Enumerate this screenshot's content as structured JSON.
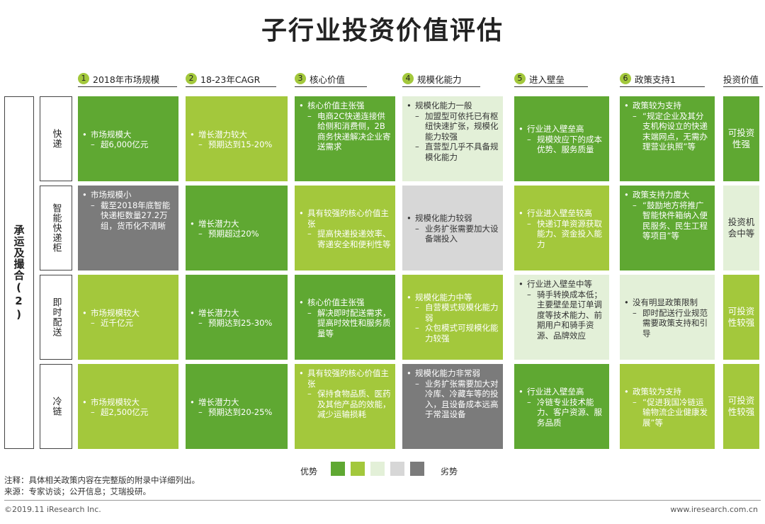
{
  "title": "子行业投资价值评估",
  "columns": [
    {
      "num": "1",
      "label": "2018年市场规模"
    },
    {
      "num": "2",
      "label": "18-23年CAGR"
    },
    {
      "num": "3",
      "label": "核心价值"
    },
    {
      "num": "4",
      "label": "规模化能力"
    },
    {
      "num": "5",
      "label": "进入壁垒"
    },
    {
      "num": "6",
      "label": "政策支持1"
    },
    {
      "num": "",
      "label": "投资价值"
    }
  ],
  "group_label": "承运及撮合(2)",
  "rows": [
    {
      "label": "快递",
      "cells": [
        {
          "level": 1,
          "items": [
            {
              "t": "市场规模大",
              "subs": [
                "超6,000亿元"
              ]
            }
          ]
        },
        {
          "level": 2,
          "items": [
            {
              "t": "增长潜力较大",
              "subs": [
                "预期达到15-20%"
              ]
            }
          ]
        },
        {
          "level": 1,
          "items": [
            {
              "t": "核心价值主张强",
              "subs": [
                "电商2C快递连接供给侧和消费侧，2B商务快递解决企业寄送需求"
              ]
            }
          ]
        },
        {
          "level": 3,
          "items": [
            {
              "t": "规模化能力一般",
              "subs": [
                "加盟型可依托已有枢纽快速扩张，规模化能力较强",
                "直营型几乎不具备规模化能力"
              ]
            }
          ]
        },
        {
          "level": 1,
          "items": [
            {
              "t": "行业进入壁垒高",
              "subs": [
                "规模效应下的成本优势、服务质量"
              ]
            }
          ]
        },
        {
          "level": 1,
          "items": [
            {
              "t": "政策较为支持",
              "subs": [
                "“规定企业及其分支机构设立的快递末端网点，无需办理营业执照”等"
              ]
            }
          ]
        }
      ],
      "value": "可投资性强"
    },
    {
      "label": "智能快递柜",
      "cells": [
        {
          "level": 5,
          "items": [
            {
              "t": "市场规模小",
              "subs": [
                "截至2018年底智能快递柜数量27.2万组，货币化不清晰"
              ]
            }
          ]
        },
        {
          "level": 1,
          "items": [
            {
              "t": "增长潜力大",
              "subs": [
                "预期超过20%"
              ]
            }
          ]
        },
        {
          "level": 2,
          "items": [
            {
              "t": "具有较强的核心价值主张",
              "subs": [
                "提高快递投递效率、寄递安全和便利性等"
              ]
            }
          ]
        },
        {
          "level": 4,
          "items": [
            {
              "t": "规模化能力较弱",
              "subs": [
                "业务扩张需要加大设备端投入"
              ]
            }
          ]
        },
        {
          "level": 2,
          "items": [
            {
              "t": "行业进入壁垒较高",
              "subs": [
                "快递订单资源获取能力、资金投入能力"
              ]
            }
          ]
        },
        {
          "level": 1,
          "items": [
            {
              "t": "政策支持力度大",
              "subs": [
                "“鼓励地方将推广智能快件箱纳入便民服务、民生工程等项目”等"
              ]
            }
          ]
        }
      ],
      "value": "投资机会中等"
    },
    {
      "label": "即时配送",
      "cells": [
        {
          "level": 2,
          "items": [
            {
              "t": "市场规模较大",
              "subs": [
                "近千亿元"
              ]
            }
          ]
        },
        {
          "level": 1,
          "items": [
            {
              "t": "增长潜力大",
              "subs": [
                "预期达到25-30%"
              ]
            }
          ]
        },
        {
          "level": 1,
          "items": [
            {
              "t": "核心价值主张强",
              "subs": [
                "解决即时配送需求，提高时效性和服务质量等"
              ]
            }
          ]
        },
        {
          "level": 2,
          "items": [
            {
              "t": "规模化能力中等",
              "subs": [
                "自营模式规模化能力弱",
                "众包模式可规模化能力较强"
              ]
            }
          ]
        },
        {
          "level": 3,
          "items": [
            {
              "t": "行业进入壁垒中等",
              "subs": [
                "骑手转换成本低；主要壁垒是订单调度等技术能力、前期用户和骑手资源、品牌效应"
              ]
            }
          ]
        },
        {
          "level": 3,
          "items": [
            {
              "t": "没有明显政策限制",
              "subs": [
                "即时配送行业规范需要政策支持和引导"
              ]
            }
          ]
        }
      ],
      "value": "可投资性较强"
    },
    {
      "label": "冷链",
      "cells": [
        {
          "level": 2,
          "items": [
            {
              "t": "市场规模较大",
              "subs": [
                "超2,500亿元"
              ]
            }
          ]
        },
        {
          "level": 1,
          "items": [
            {
              "t": "增长潜力大",
              "subs": [
                "预期达到20-25%"
              ]
            }
          ]
        },
        {
          "level": 2,
          "items": [
            {
              "t": "具有较强的核心价值主张",
              "subs": [
                "保持食物品质、医药及其他产品的效能，减少运输损耗"
              ]
            }
          ]
        },
        {
          "level": 5,
          "items": [
            {
              "t": "规模化能力非常弱",
              "subs": [
                "业务扩张需要加大对冷库、冷藏车等的投入，且设备成本远高于常温设备"
              ]
            }
          ]
        },
        {
          "level": 1,
          "items": [
            {
              "t": "行业进入壁垒高",
              "subs": [
                "冷链专业技术能力、客户资源、服务品质"
              ]
            }
          ]
        },
        {
          "level": 2,
          "items": [
            {
              "t": "政策较为支持",
              "subs": [
                "“促进我国冷链运输物流企业健康发展”等"
              ]
            }
          ]
        }
      ],
      "value": "可投资性较强"
    }
  ],
  "row_values_level": [
    1,
    3,
    2,
    2
  ],
  "legend": {
    "left": "优势",
    "right": "劣势"
  },
  "colors": {
    "l1": "#5fa832",
    "l2": "#a3c83c",
    "l3": "#e3f0d8",
    "l4": "#d7d7d7",
    "l5": "#7b7b7b"
  },
  "note": "注释：具体相关政策内容在完整版的附录中详细列出。",
  "source": "来源：专家访谈；公开信息；艾瑞投研。",
  "copyright": "©2019.11 iResearch Inc.",
  "website": "www.iresearch.com.cn"
}
